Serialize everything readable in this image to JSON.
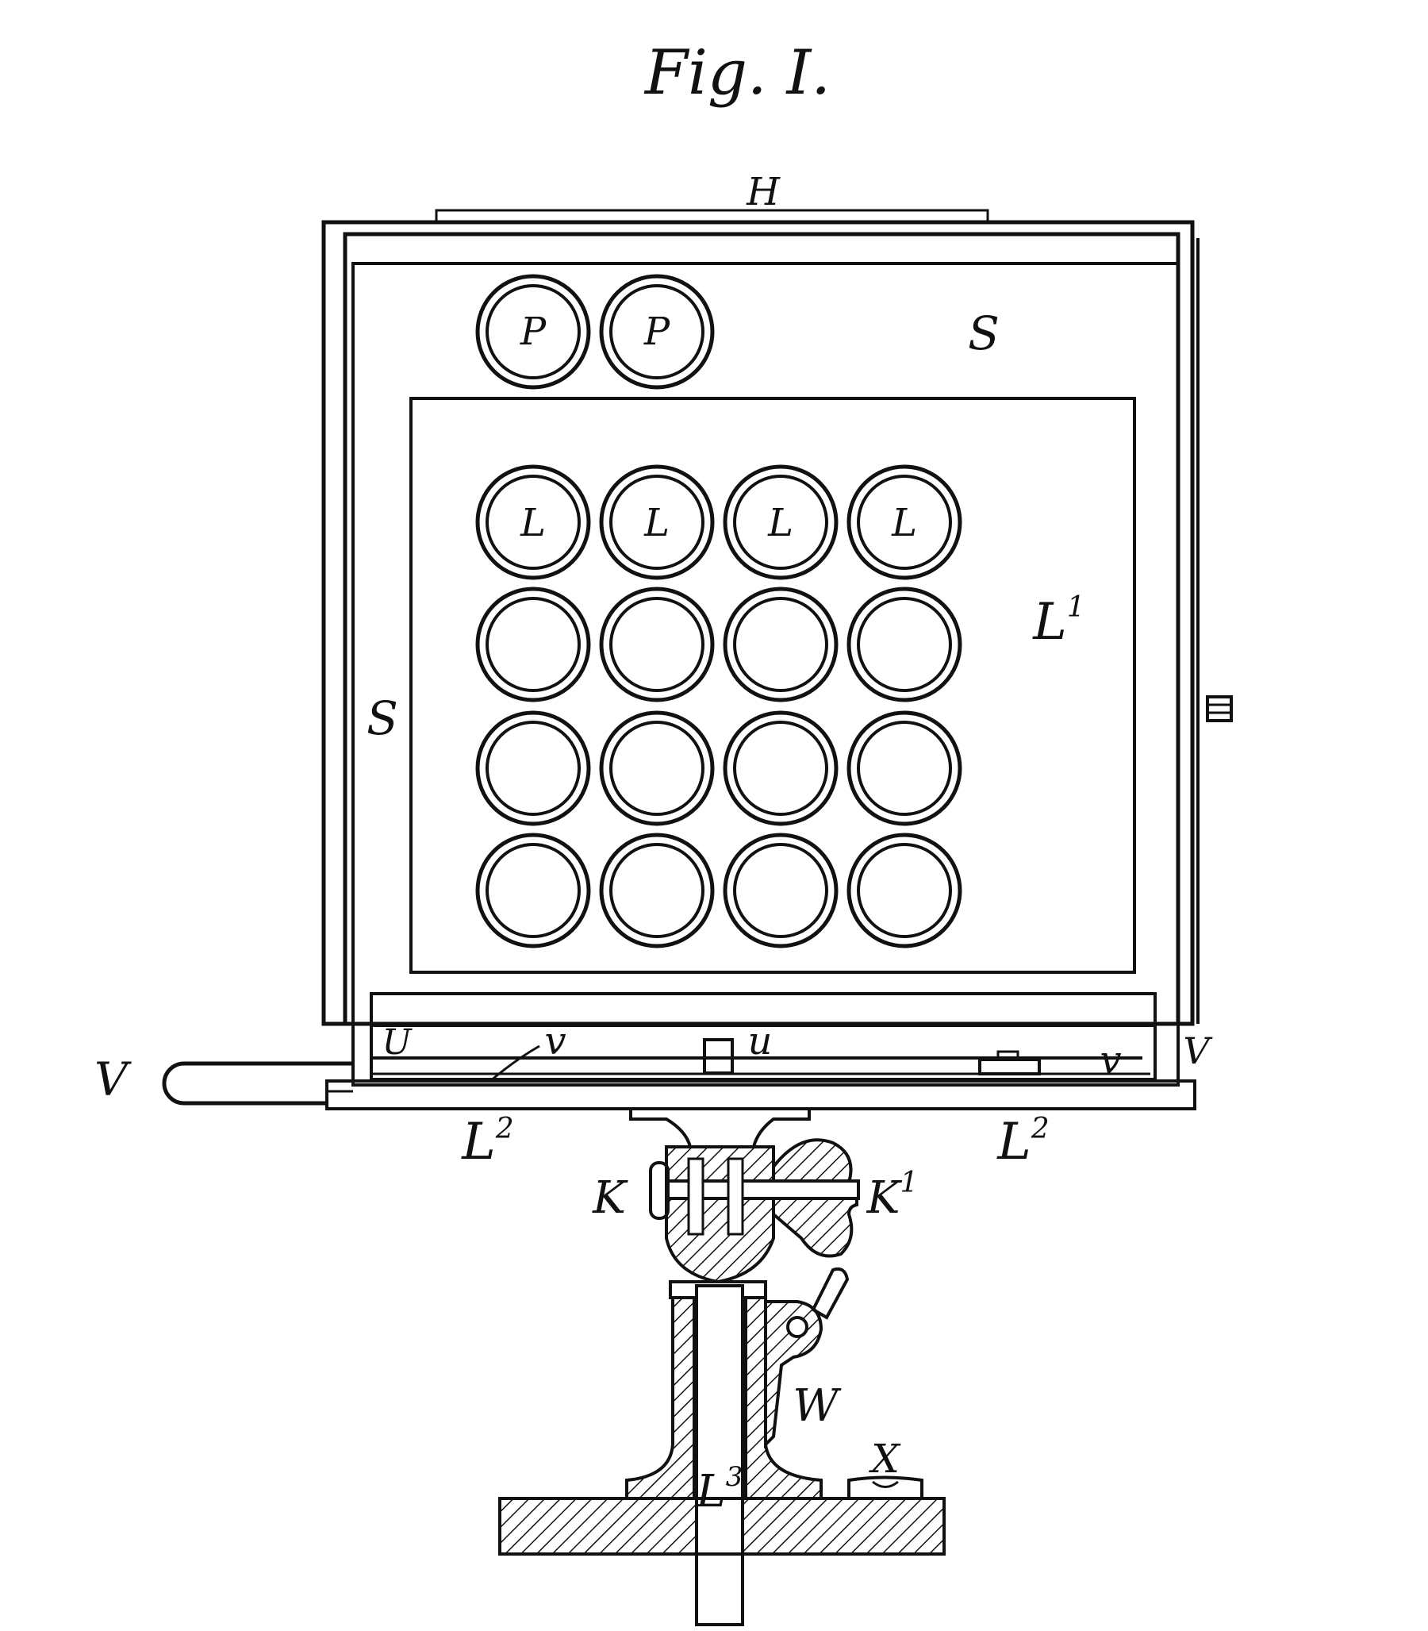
{
  "figure": {
    "title": "Fig. I.",
    "labels": {
      "H": "H",
      "P1": "P",
      "P2": "P",
      "S_top": "S",
      "S_left": "S",
      "L_a": "L",
      "L_b": "L",
      "L_c": "L",
      "L_d": "L",
      "L1": "L",
      "L1_sup": "1",
      "U_left": "U",
      "V_left": "V",
      "v_mid": "v",
      "u": "u",
      "v_right": "v",
      "V_right": "V",
      "L2_left": "L",
      "L2_left_sup": "2",
      "L2_right": "L",
      "L2_right_sup": "2",
      "K": "K",
      "K1": "K",
      "K1_sup": "1",
      "W": "W",
      "X": "X",
      "L3": "L",
      "L3_sup": "3"
    },
    "colors": {
      "ink": "#111111",
      "paper": "#ffffff"
    }
  }
}
